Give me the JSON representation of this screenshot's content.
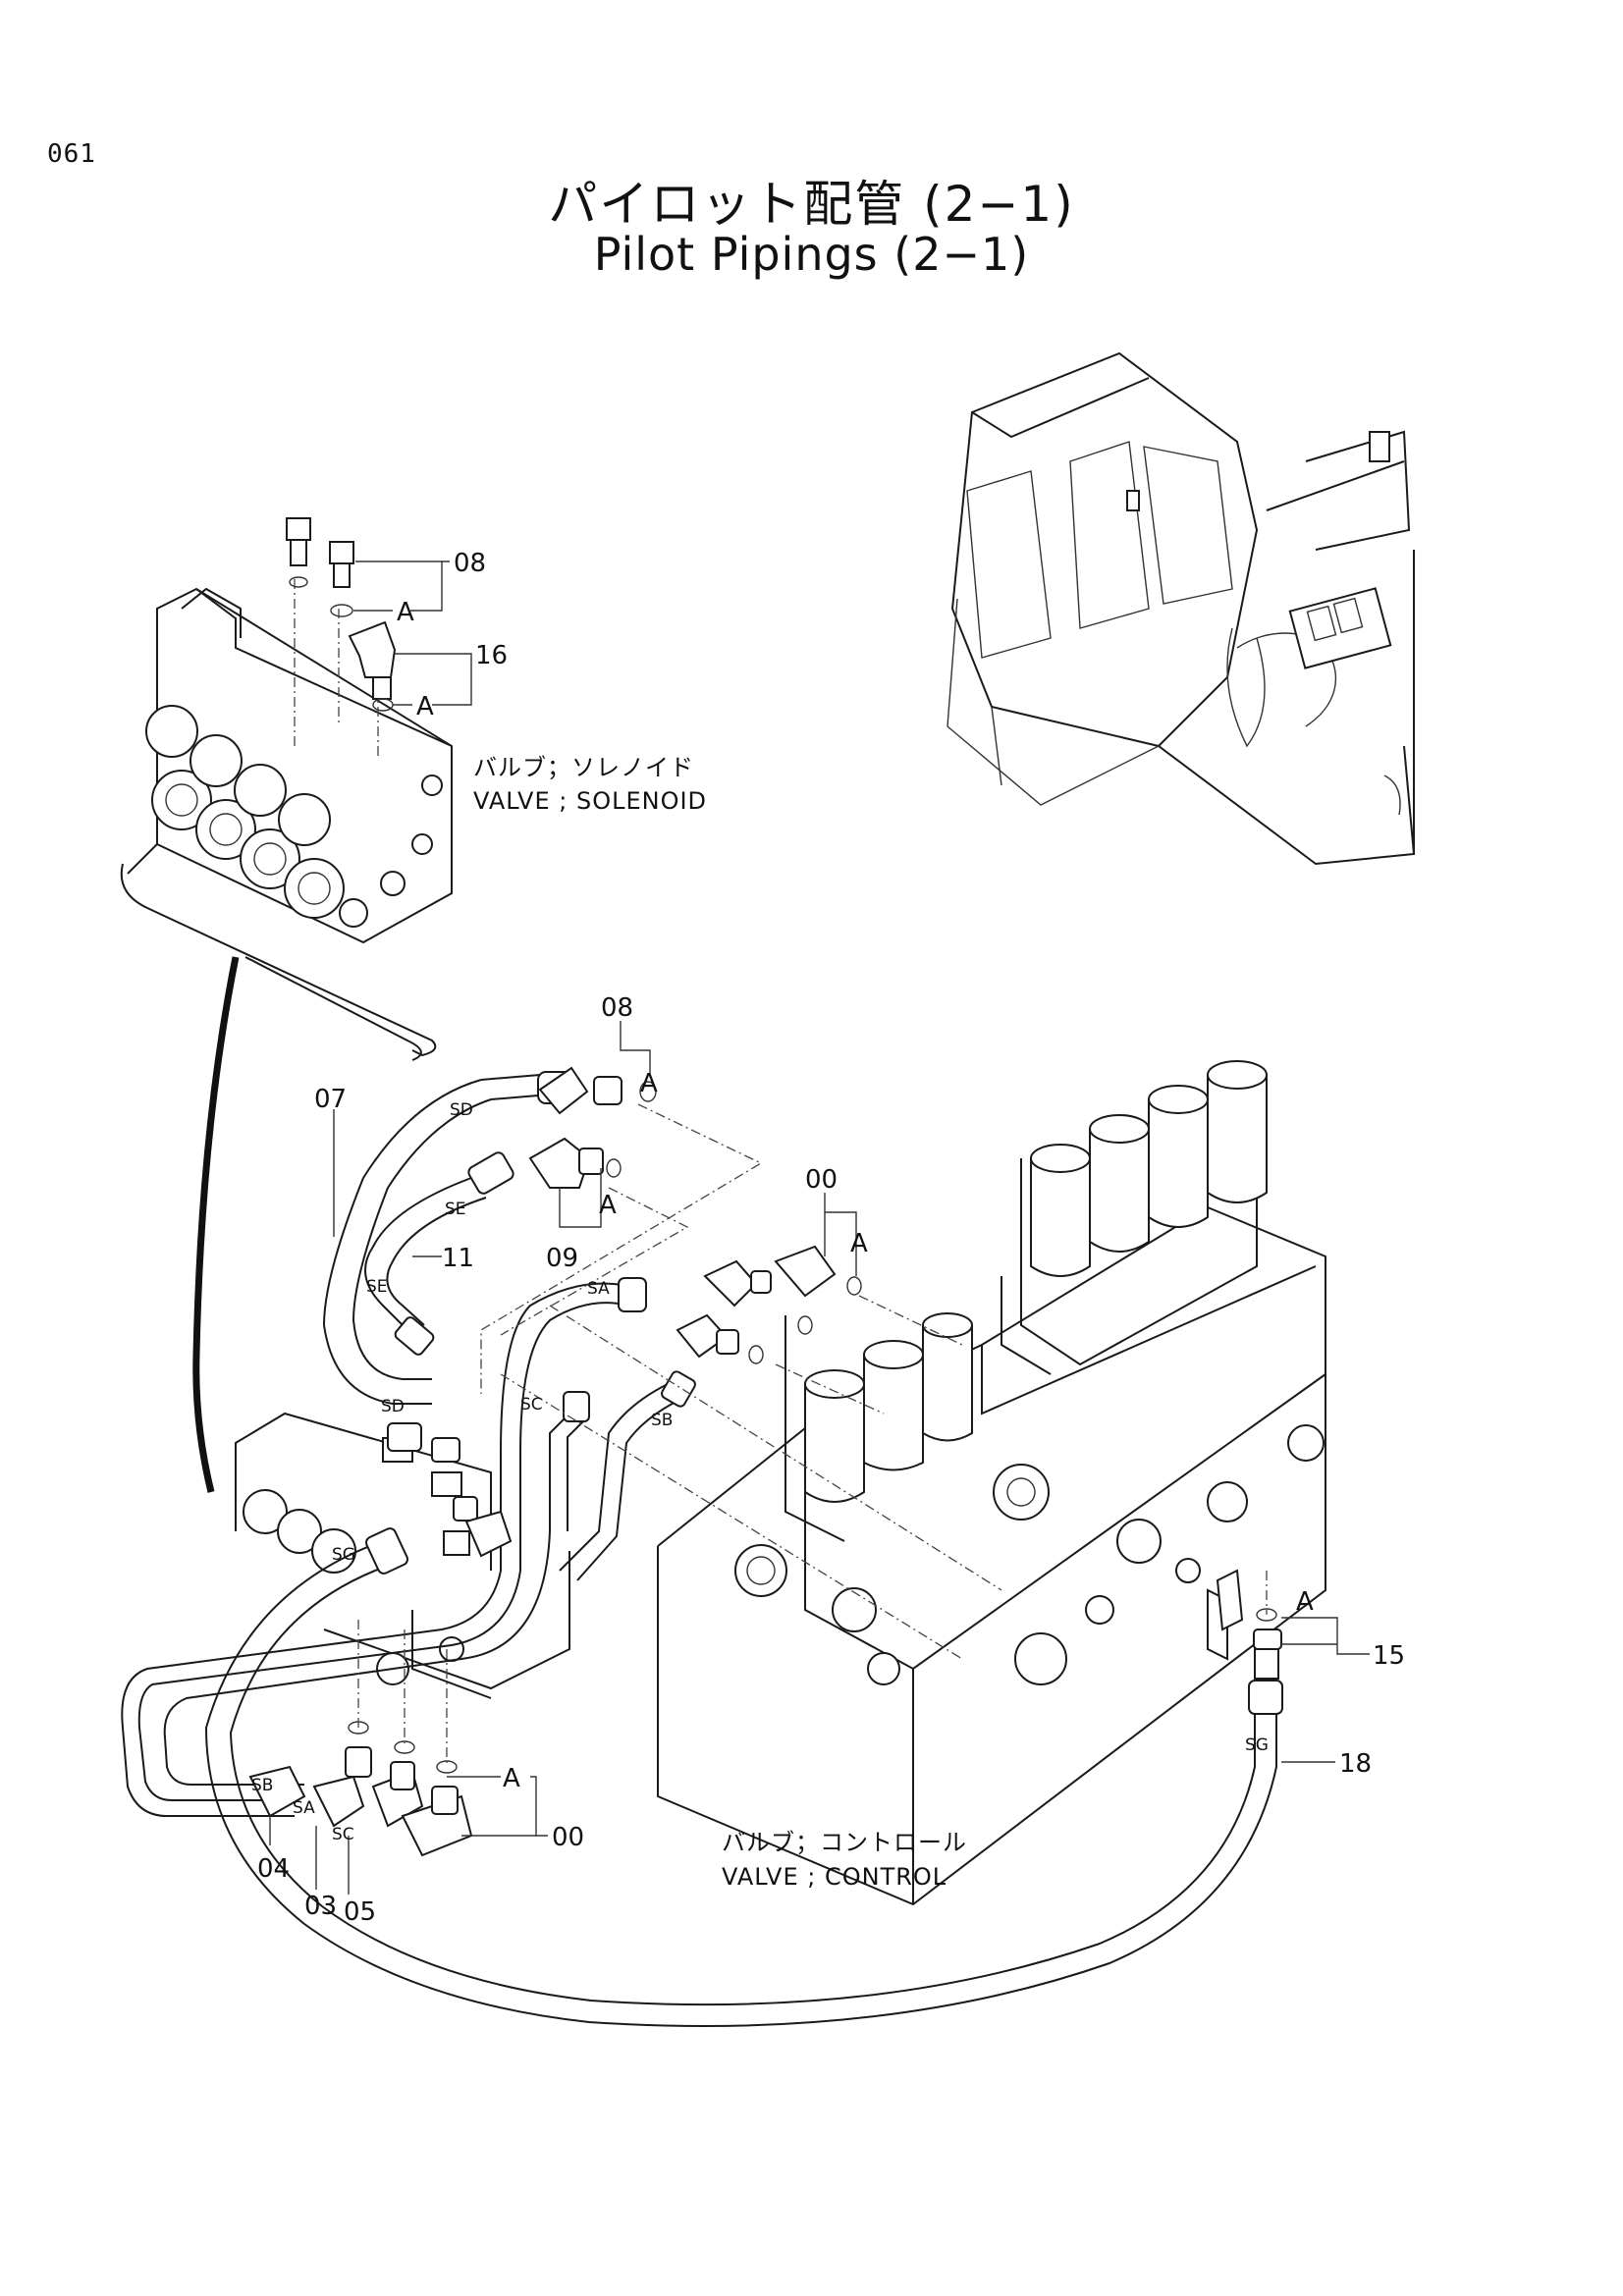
{
  "page_number": "061",
  "title_jp": "パイロット配管 (2−1)",
  "title_en": "Pilot Pipings (2−1)",
  "labels": {
    "solenoid_08": "08",
    "solenoid_A1": "A",
    "solenoid_16": "16",
    "solenoid_A2": "A",
    "pipe_08": "08",
    "pipe_07": "07",
    "pipe_A1": "A",
    "pipe_A2": "A",
    "pipe_11": "11",
    "pipe_09": "09",
    "valve_00_top": "00",
    "valve_A_top": "A",
    "valve_A_right": "A",
    "valve_15": "15",
    "hose_18": "18",
    "bottom_A": "A",
    "bottom_00": "00",
    "bottom_04": "04",
    "bottom_03": "03",
    "bottom_05": "05"
  },
  "tags": {
    "sd_upper": "SD",
    "se_upper": "SE",
    "se_lower": "SE",
    "sa_upper": "SA",
    "sc_upper": "SC",
    "sb_upper": "SB",
    "sd_lower": "SD",
    "sg_left": "SG",
    "sb_lower": "SB",
    "sa_lower": "SA",
    "sc_lower": "SC",
    "sg_right": "SG"
  },
  "captions": {
    "solenoid_jp": "バルブ；ソレノイド",
    "solenoid_en": "VALVE ; SOLENOID",
    "control_jp": "バルブ；コントロール",
    "control_en": "VALVE ; CONTROL"
  }
}
